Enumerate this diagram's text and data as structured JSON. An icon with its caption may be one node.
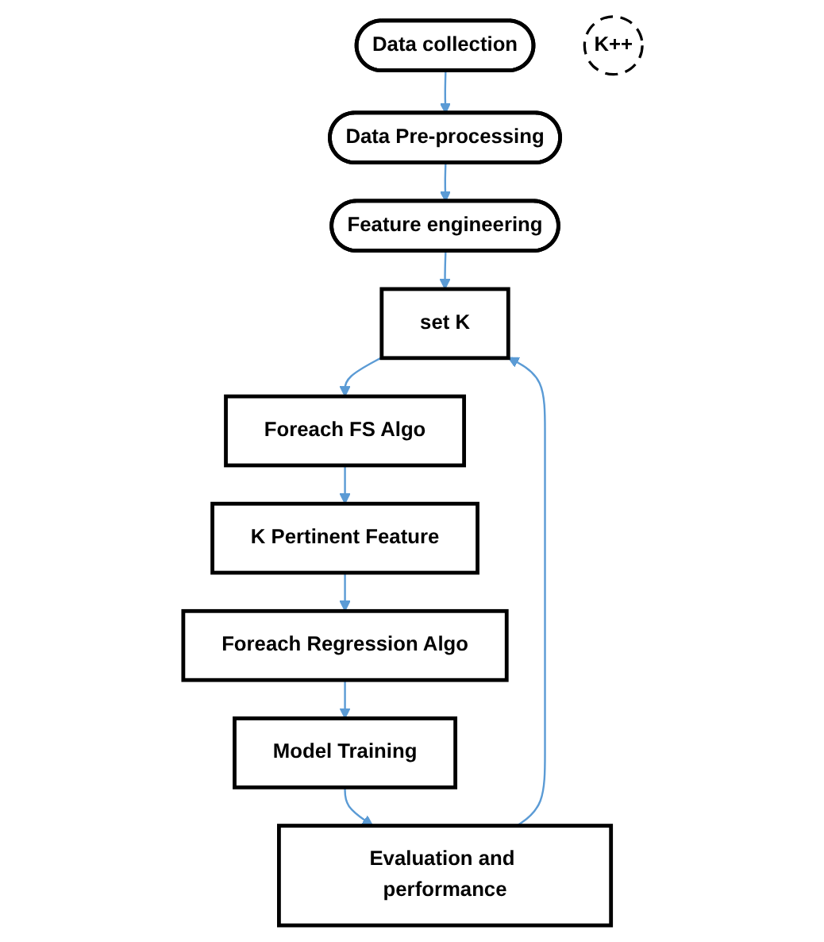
{
  "diagram": {
    "nodes": [
      {
        "text": [
          "Data collection"
        ]
      },
      {
        "text": [
          "Data Pre-processing"
        ]
      },
      {
        "text": [
          "Feature engineering"
        ]
      },
      {
        "text": [
          "set K"
        ]
      },
      {
        "text": [
          "Foreach FS Algo"
        ]
      },
      {
        "text": [
          "K Pertinent Feature"
        ]
      },
      {
        "text": [
          "Foreach Regression Algo"
        ]
      },
      {
        "text": [
          "Model Training"
        ]
      },
      {
        "text": [
          "Evaluation and performance"
        ]
      },
      {
        "text": [
          "K++"
        ]
      }
    ],
    "edges": [
      {
        "from": 0,
        "to": 1,
        "arrow": "to"
      },
      {
        "from": 1,
        "to": 2,
        "arrow": "to"
      },
      {
        "from": 2,
        "to": 3,
        "arrow": "to"
      },
      {
        "from": 3,
        "to": 4,
        "arrow": "to"
      },
      {
        "from": 4,
        "to": 5,
        "arrow": "to"
      },
      {
        "from": 5,
        "to": 6,
        "arrow": "to"
      },
      {
        "from": 6,
        "to": 7,
        "arrow": "to"
      },
      {
        "from": 7,
        "to": 8,
        "arrow": "to"
      },
      {
        "from": 8,
        "to": 3,
        "arrow": "to"
      }
    ]
  }
}
